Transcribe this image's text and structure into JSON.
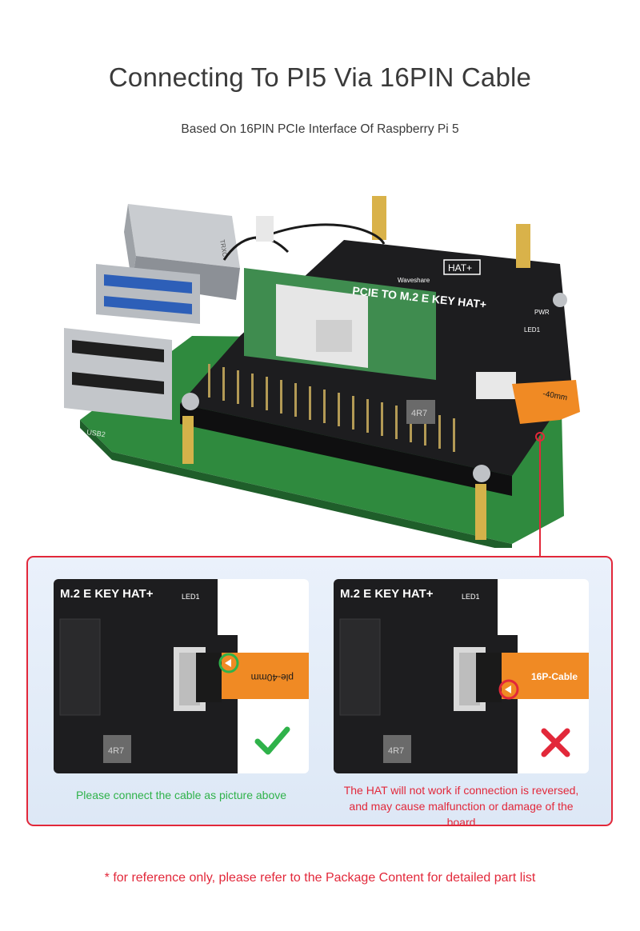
{
  "header": {
    "title": "Connecting To PI5 Via 16PIN Cable",
    "subtitle": "Based On 16PIN PCIe Interface Of Raspberry Pi 5"
  },
  "hero": {
    "board_label": "PCIE TO M.2 E KEY HAT+",
    "brand": "Waveshare",
    "badge": "HAT+",
    "pwr_label": "PWR",
    "led_label": "LED1",
    "cable_label": "-40mm",
    "inductor": "4R7",
    "usb_label": "USB2"
  },
  "panel": {
    "left_card": {
      "board_title": "M.2 E KEY HAT+",
      "led_label": "LED1",
      "inductor": "4R7",
      "cable_text": "ple-40mm",
      "caption": "Please connect the cable as picture above"
    },
    "right_card": {
      "board_title": "M.2 E KEY HAT+",
      "led_label": "LED1",
      "inductor": "4R7",
      "cable_text": "16P-Cable",
      "caption_line1": "The HAT will not work if connection is reversed,",
      "caption_line2": "and may cause malfunction or damage of the board"
    }
  },
  "footnote": "* for reference only, please refer to the Package Content for detailed part list",
  "colors": {
    "accent_red": "#e2283a",
    "ok_green": "#2fb24a",
    "board_black": "#1d1d1f",
    "cable_orange": "#f08a24",
    "pcb_green": "#2f8a3e"
  }
}
